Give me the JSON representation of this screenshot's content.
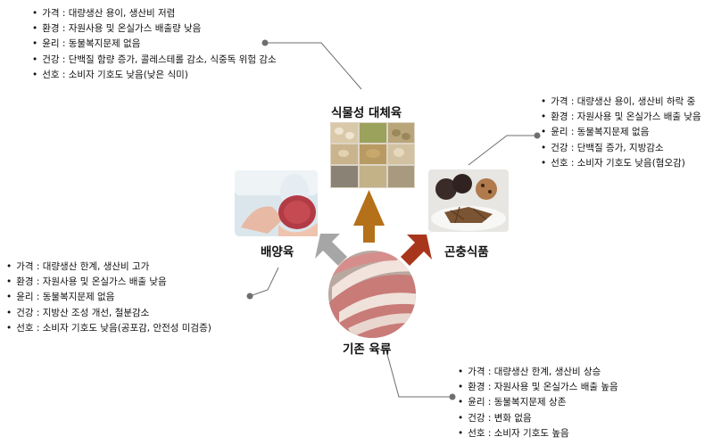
{
  "center": {
    "label": "기존 육류",
    "info": [
      "가격 : 대량생산 한계, 생산비 상승",
      "환경 : 자원사용 및 온실가스 배출 높음",
      "윤리 : 동물복지문제 상존",
      "건강 : 변화 없음",
      "선호 : 소비자 기호도 높음"
    ]
  },
  "plant": {
    "label": "식물성 대체육",
    "info": [
      "가격 : 대량생산 용이, 생산비 저렴",
      "환경 : 자원사용 및 온실가스 배출량 낮음",
      "윤리 : 동물복지문제 없음",
      "건강 : 단백질 함량 증가, 콜레스테롤 감소, 식중독 위험 감소",
      "선호 : 소비자 기호도 낮음(낮은 식미)"
    ]
  },
  "cultured": {
    "label": "배양육",
    "info": [
      "가격 : 대량생산 한계, 생산비 고가",
      "환경 : 자원사용 및 온실가스 배출 낮음",
      "윤리 : 동물복지문제 없음",
      "건강 : 지방산 조성 개선, 철분감소",
      "선호 : 소비자 기호도 낮음(공포감, 안전성 미검증)"
    ]
  },
  "insect": {
    "label": "곤충식품",
    "info": [
      "가격 : 대량생산 용이, 생산비 하락 중",
      "환경 : 자원사용 및 온실가스 배출 낮음",
      "윤리 : 동물복지문제 없음",
      "건강 : 단백질 증가, 지방감소",
      "선호 : 소비자 기호도 낮음(혐오감)"
    ]
  },
  "colors": {
    "arrow_plant": "#b5701a",
    "arrow_cultured": "#a6a6a6",
    "arrow_insect": "#a8361c",
    "connector": "#6e6e6e"
  }
}
